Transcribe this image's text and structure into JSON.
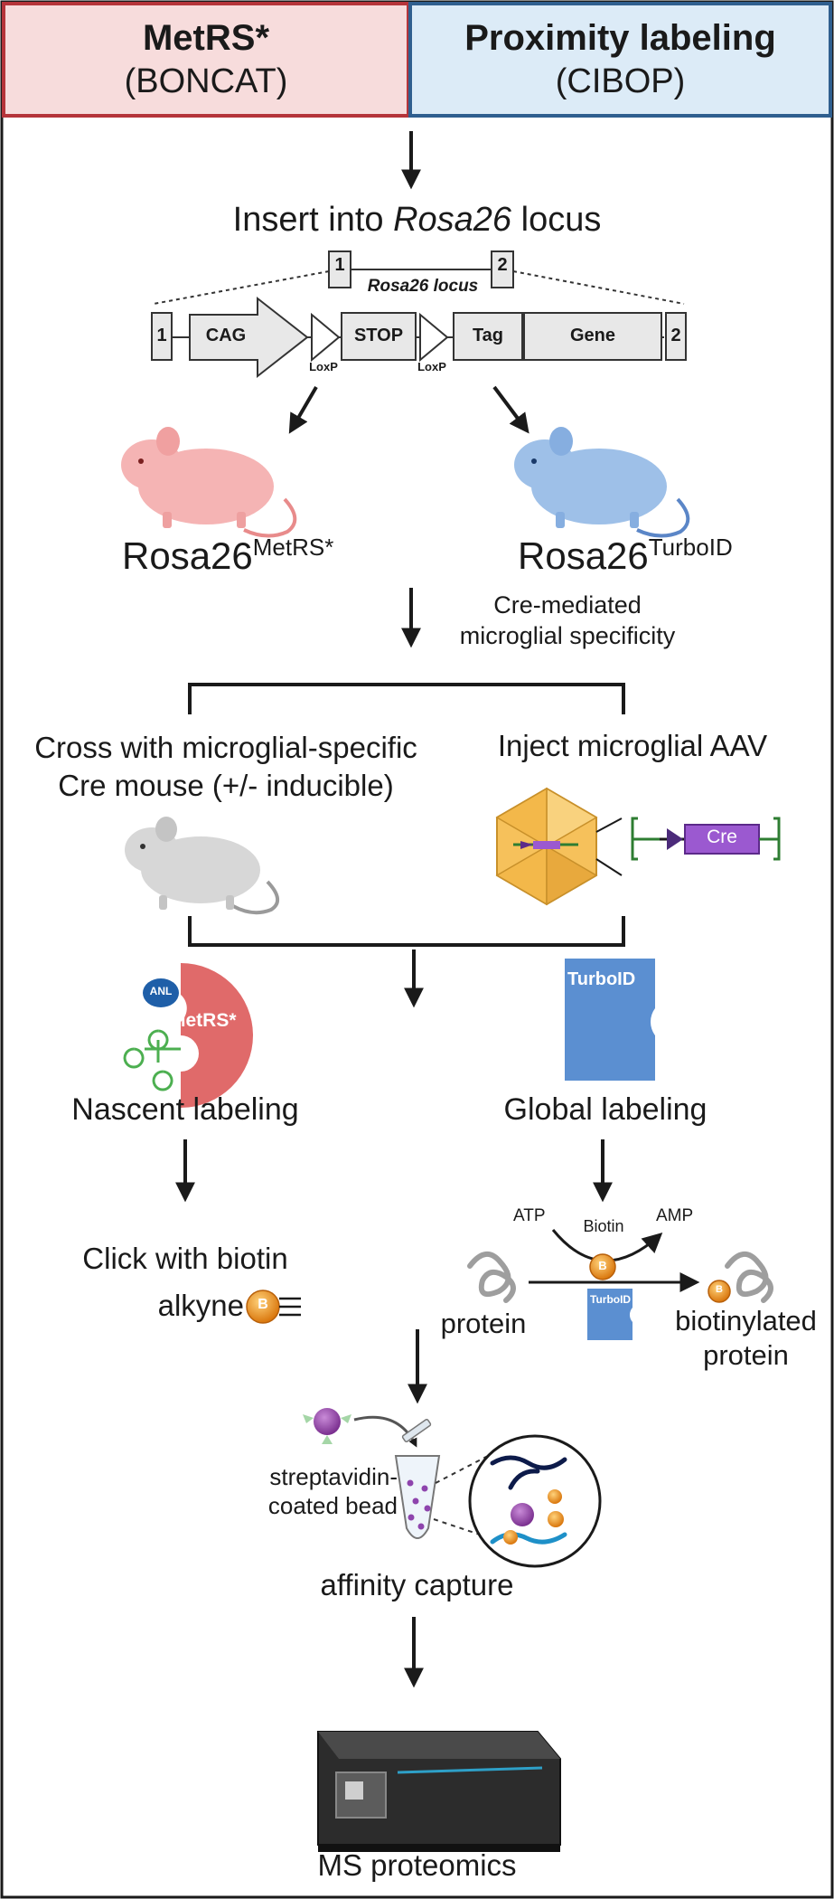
{
  "header": {
    "left": {
      "title": "MetRS*",
      "subtitle": "(BONCAT)"
    },
    "right": {
      "title": "Proximity labeling",
      "subtitle": "(CIBOP)"
    }
  },
  "insert": {
    "title_prefix": "Insert into ",
    "title_italic": "Rosa26",
    "title_suffix": " locus",
    "locus_label": "Rosa26 locus",
    "exon1": "1",
    "exon2": "2",
    "cassette": {
      "cag": "CAG",
      "loxp1": "LoxP",
      "stop": "STOP",
      "loxp2": "LoxP",
      "tag": "Tag",
      "gene": "Gene"
    }
  },
  "mice": {
    "left_base": "Rosa26",
    "left_sup": "MetRS*",
    "right_base": "Rosa26",
    "right_sup": "TurboID"
  },
  "cre_note": {
    "line1": "Cre-mediated",
    "line2": "microglial specificity"
  },
  "branch": {
    "left_line1": "Cross with microglial-specific",
    "left_line2": "Cre mouse (+/- inducible)",
    "right": "Inject microglial AAV",
    "cre_label": "Cre"
  },
  "labeling": {
    "anl": "ANL",
    "metrs": "MetRS*",
    "turboid": "TurboID",
    "left": "Nascent labeling",
    "right": "Global labeling"
  },
  "click": {
    "line1": "Click with biotin",
    "line2": "alkyne",
    "badge": "B"
  },
  "reaction": {
    "atp": "ATP",
    "biotin": "Biotin",
    "amp": "AMP",
    "enzyme": "TurboID",
    "protein": "protein",
    "product_line1": "biotinylated",
    "product_line2": "protein",
    "badge": "B"
  },
  "capture": {
    "bead_line1": "streptavidin-",
    "bead_line2": "coated bead",
    "label": "affinity capture"
  },
  "final": {
    "label": "MS proteomics"
  },
  "colors": {
    "left_header_bg": "#f7dcdc",
    "left_header_border": "#b5343a",
    "right_header_bg": "#dcebf7",
    "right_header_border": "#2f5f8f",
    "metrs_red": "#e06a6a",
    "turboid_blue": "#5b8fd1",
    "aav_orange": "#f6c15b",
    "cre_purple": "#9b59d0",
    "biotin_orange": "#e98a1a"
  }
}
